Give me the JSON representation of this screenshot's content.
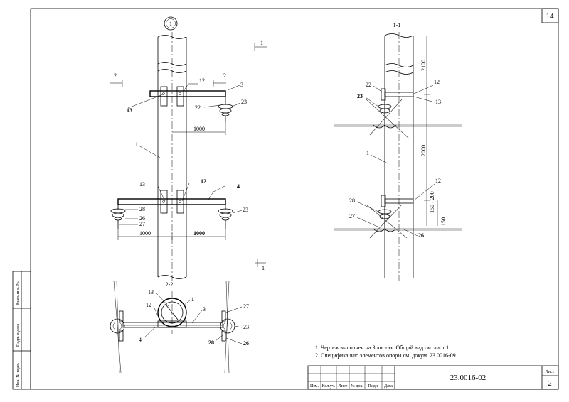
{
  "sheet": {
    "number_top": "14",
    "view_marker": "1",
    "section_1_title": "1-1",
    "section_2_title": "2-2",
    "cut_labels": {
      "c1": "1",
      "c2": "2"
    }
  },
  "side_stamp": {
    "inv_subst": "Взам. инв. №",
    "sign_date": "Подп. и дата",
    "inv_orig": "Инв. № подл."
  },
  "callouts": {
    "post": "1",
    "crossarm_top": "3",
    "crossarm_bottom": "4",
    "bracket": "12",
    "bolt": "13",
    "insulator_top_small": "22",
    "insulator_top": "23",
    "insulator_bot_right": "23",
    "pin_26": "26",
    "pin_27": "27",
    "pin_28": "28"
  },
  "dimensions": {
    "d1000_top": "1000",
    "d1000_left": "1000",
    "d1000_right": "1000",
    "d2100": "2100",
    "d2000": "2000",
    "d150_200": "150 - 200",
    "d150": "150"
  },
  "notes": {
    "n1": "1. Чертеж выполнен на 3 листах. Общий вид см. лист 1 .",
    "n2": "2. Спецификацию элементов опоры см. докум. 23.0016-09 ."
  },
  "title_block": {
    "code": "23.0016-02",
    "sheet_label": "Лист",
    "sheet_num": "2",
    "cols": [
      "Изм.",
      "Кол.уч.",
      "Лист",
      "№ док.",
      "Подп.",
      "Дата"
    ]
  }
}
